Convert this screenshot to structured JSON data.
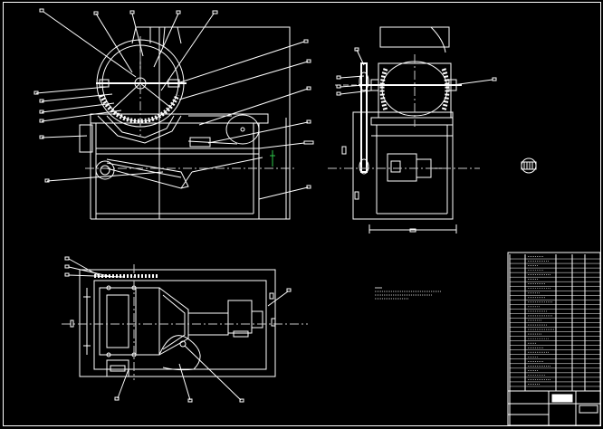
{
  "colors": {
    "background": "#000000",
    "outline": "#ffffff",
    "leader": "#ffffff",
    "centerline": "#c8c8c8",
    "hatch": "#ffffff",
    "annotation": "#2ec84a"
  },
  "drawing": {
    "views": [
      "front-view",
      "side-view",
      "top-view",
      "detail-view"
    ],
    "title_block": {
      "rows": 30
    }
  }
}
